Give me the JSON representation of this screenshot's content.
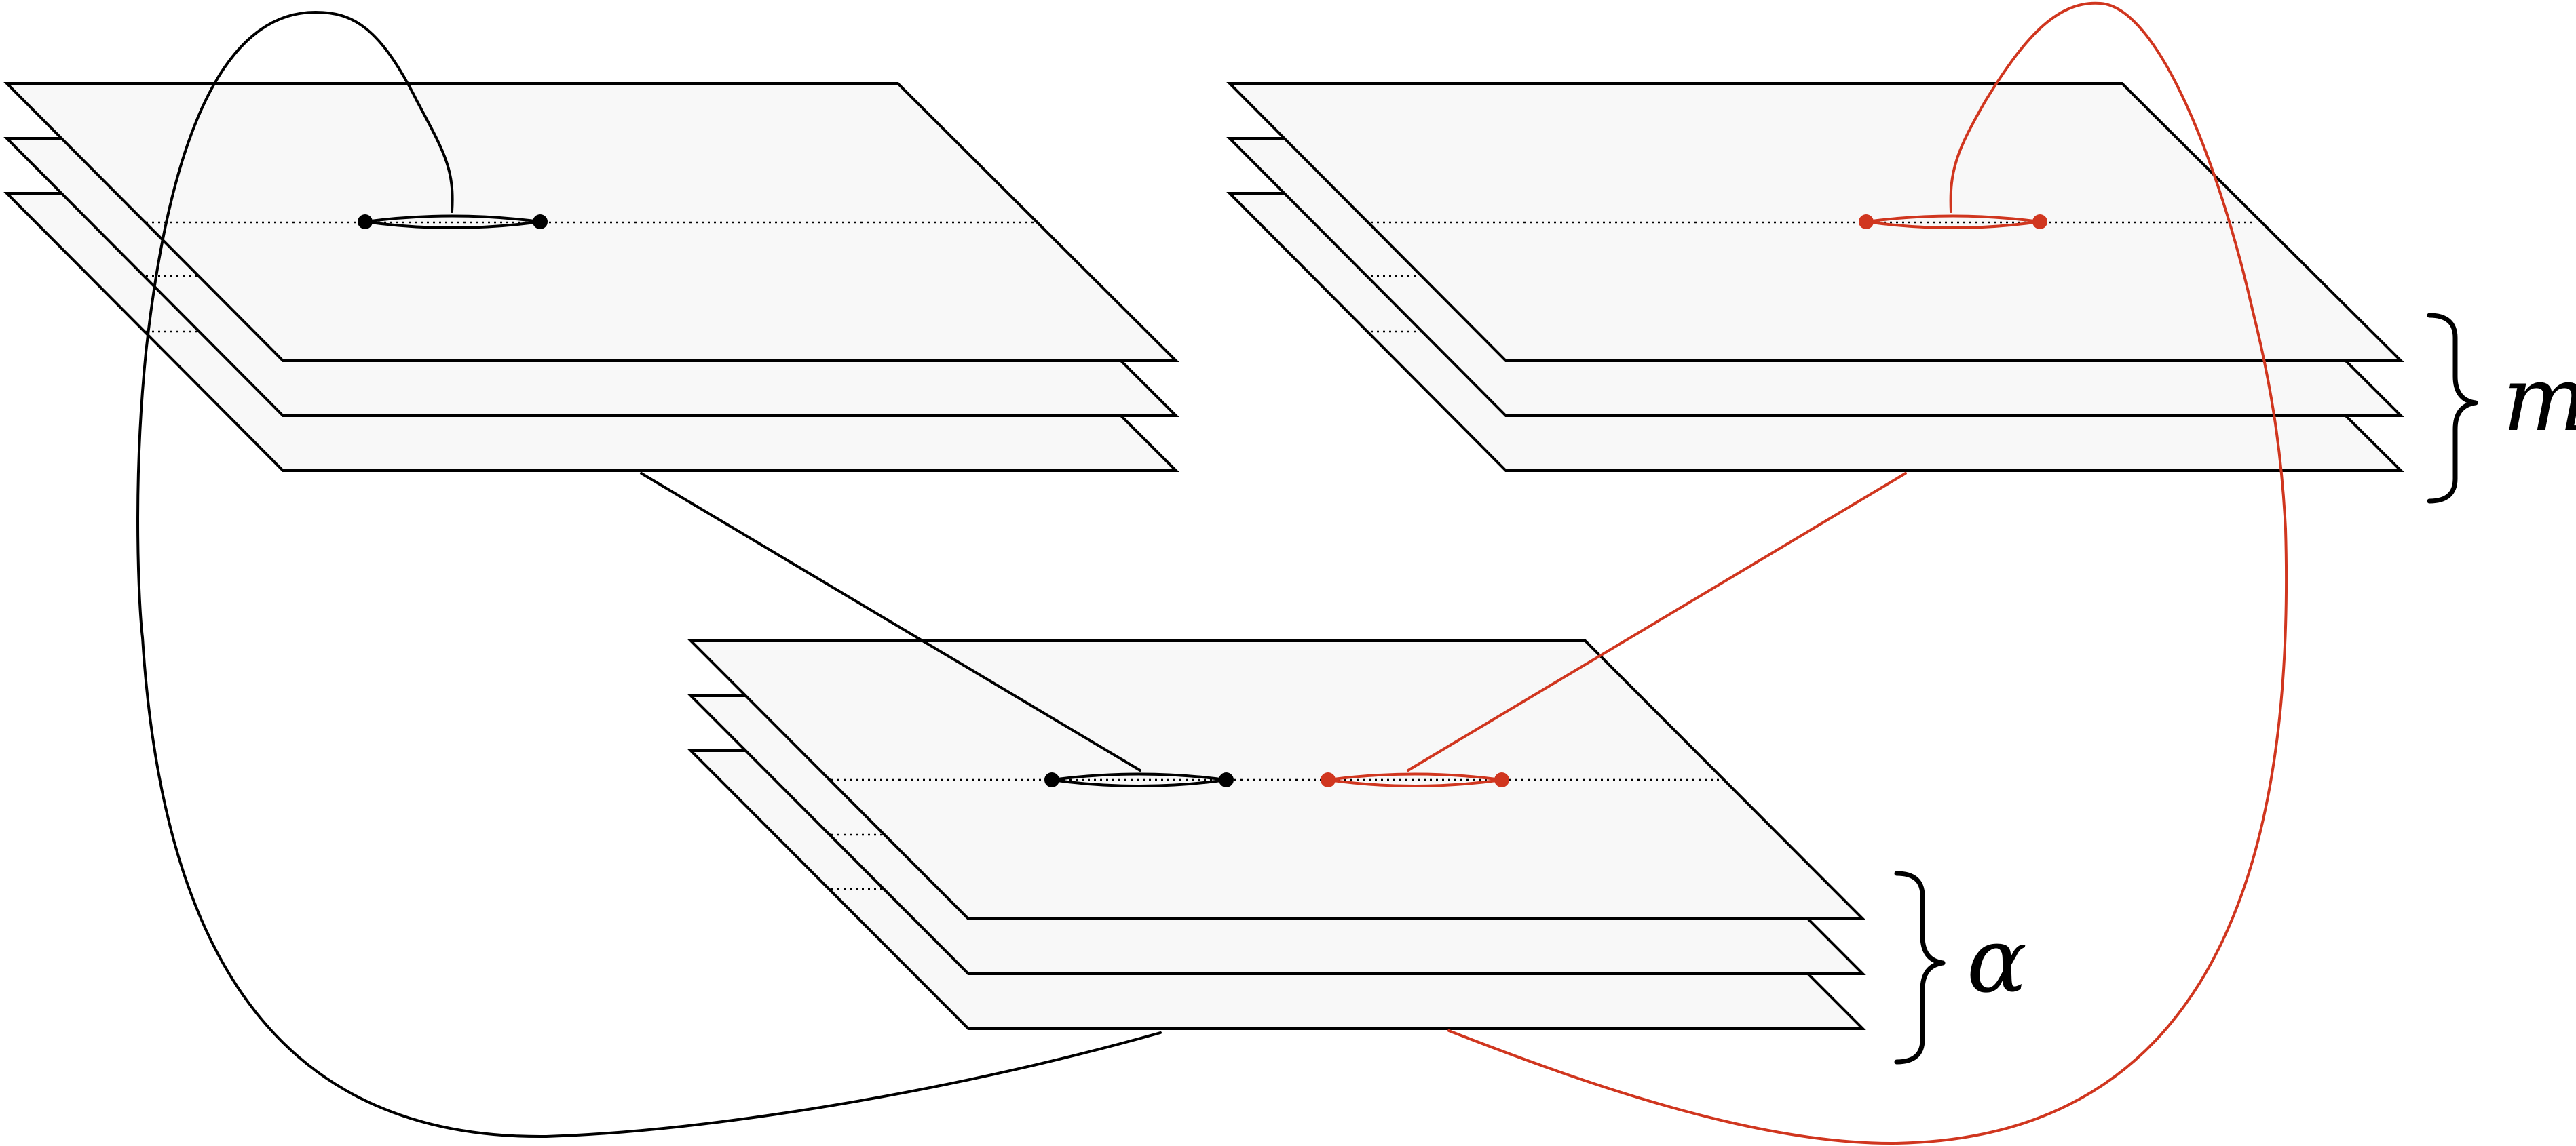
{
  "labels": {
    "upper_stack": "m",
    "lower_stack": "α"
  },
  "colors": {
    "black": "#000000",
    "red": "#d0361f",
    "sheet_fill": "#f8f8f8"
  },
  "structure": {
    "stacks": 3,
    "sheets_per_stack": 3
  }
}
